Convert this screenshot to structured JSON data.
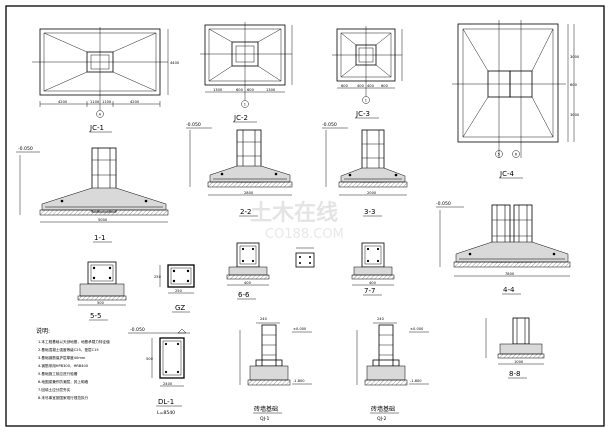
{
  "plans": {
    "jc1": {
      "title": "JC-1",
      "axis": "A",
      "dims": [
        "4200",
        "1100",
        "1100",
        "4200",
        "4400"
      ]
    },
    "jc2": {
      "title": "JC-2",
      "axis": "1",
      "dims": [
        "1300",
        "600",
        "600",
        "1300"
      ]
    },
    "jc3": {
      "title": "JC-3",
      "axis": "1",
      "dims": [
        "600",
        "400",
        "400",
        "600"
      ]
    },
    "jc4": {
      "title": "JC-4",
      "axis_a": "5",
      "axis_b": "6",
      "dims": [
        "3000",
        "600",
        "3000"
      ]
    }
  },
  "sections": {
    "s11": {
      "title": "1-1",
      "top_elev": "-0.050",
      "width": "5000"
    },
    "s22": {
      "title": "2-2",
      "top_elev": "-0.050",
      "width": "2800"
    },
    "s33": {
      "title": "3-3",
      "top_elev": "-0.050",
      "width": "2000"
    },
    "s44": {
      "title": "4-4",
      "top_elev": "-0.050",
      "width": "7800"
    },
    "s55": {
      "title": "5-5",
      "width": "500"
    },
    "s66": {
      "title": "6-6",
      "width": "400"
    },
    "s77": {
      "title": "7-7",
      "width": "400"
    },
    "s88": {
      "title": "8-8",
      "width": "1000"
    }
  },
  "gz": {
    "title": "GZ",
    "width": "250",
    "height": "250"
  },
  "notes": {
    "heading": "说明:",
    "lines": [
      "1.本工程基础以天然地基，地基承载力特征值",
      "2.基础混凝土强度等级C25，垫层C15",
      "3.基础钢筋保护层厚度40mm",
      "4.钢筋采用HPB300、HRB400",
      "5.基础施工前应进行验槽",
      "6.地圈梁兼作防潮层，其上砌墙",
      "7.回填土应分层夯实",
      "8.未尽事宜按国家现行规范执行"
    ]
  },
  "dl1": {
    "title": "DL-1",
    "subtitle": "L=8540",
    "elev": "-0.050",
    "height": "500",
    "width": "2400"
  },
  "wall1": {
    "title": "砖墙基础",
    "subtitle": "QJ-1",
    "width": "240",
    "elev_top": "±0.000",
    "elev_bot": "-1.800"
  },
  "wall2": {
    "title": "砖墙基础",
    "subtitle": "QJ-2",
    "width": "240",
    "elev_top": "±0.000",
    "elev_bot": "-1.800"
  },
  "watermark": {
    "brand": "土木在线",
    "site": "CO188.COM"
  }
}
